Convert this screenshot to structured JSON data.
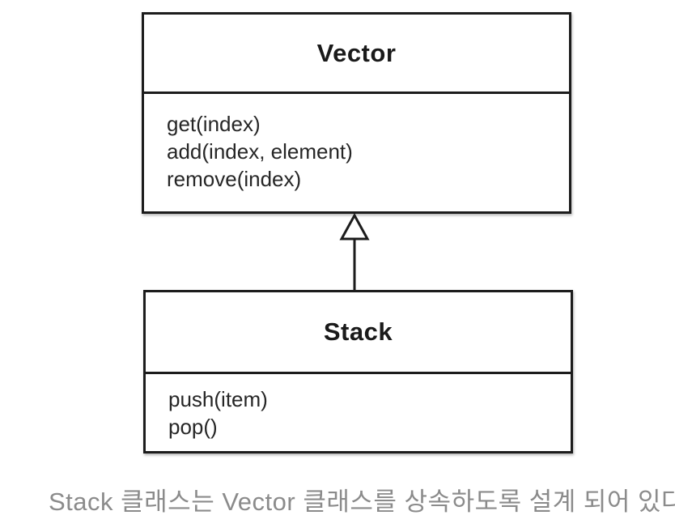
{
  "diagram": {
    "classes": [
      {
        "name": "Vector",
        "methods": [
          "get(index)",
          "add(index, element)",
          "remove(index)"
        ]
      },
      {
        "name": "Stack",
        "methods": [
          "push(item)",
          "pop()"
        ]
      }
    ],
    "relationship": {
      "type": "inheritance",
      "from": "Stack",
      "to": "Vector",
      "arrow_style": "hollow-triangle"
    }
  },
  "caption": {
    "text": "Stack 클래스는 Vector 클래스를 상속하도록 설계 되어 있다"
  },
  "colors": {
    "background": "#ffffff",
    "box_border": "#1c1c1c",
    "title_text": "#1a1a1a",
    "method_text": "#262626",
    "caption_text": "#8b8b8b"
  }
}
